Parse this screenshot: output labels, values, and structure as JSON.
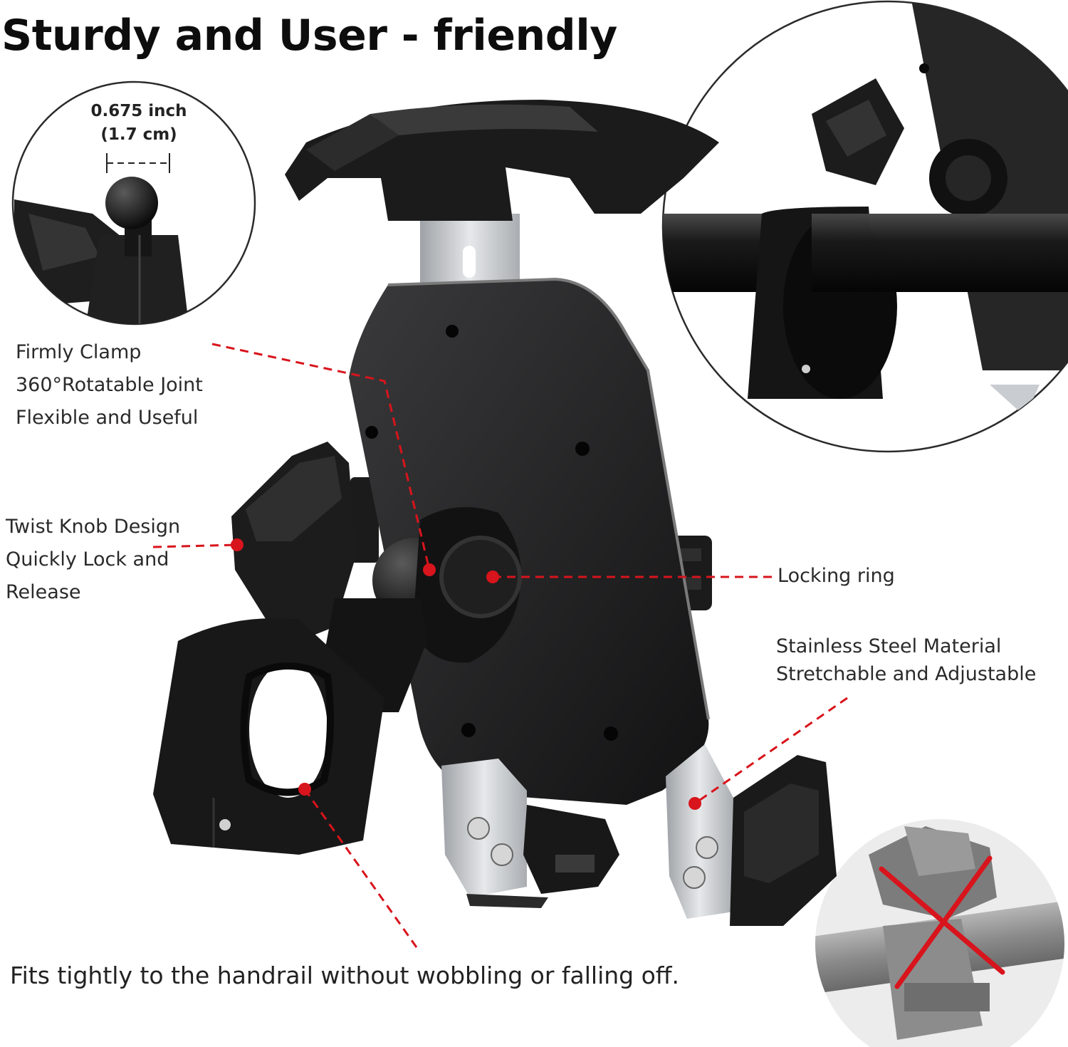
{
  "title": "Sturdy and User - friendly",
  "ball_measurement": {
    "inches": "0.675 inch",
    "cm": "(1.7 cm)"
  },
  "callouts": {
    "clamp_joint": [
      "Firmly Clamp",
      "360°Rotatable Joint",
      "Flexible and Useful"
    ],
    "twist_knob": [
      "Twist Knob Design",
      "Quickly Lock and",
      "Release"
    ],
    "locking_ring": [
      "Locking ring"
    ],
    "steel": [
      "Stainless Steel Material",
      "Stretchable and Adjustable"
    ]
  },
  "footer_text": "Fits tightly to the handrail without wobbling or falling off.",
  "colors": {
    "accent_red": "#d8141c",
    "product_black": "#161616",
    "steel_silver": "#c9ccd0",
    "background": "#ffffff"
  },
  "icons": [
    "red-x-icon",
    "dot-marker"
  ]
}
